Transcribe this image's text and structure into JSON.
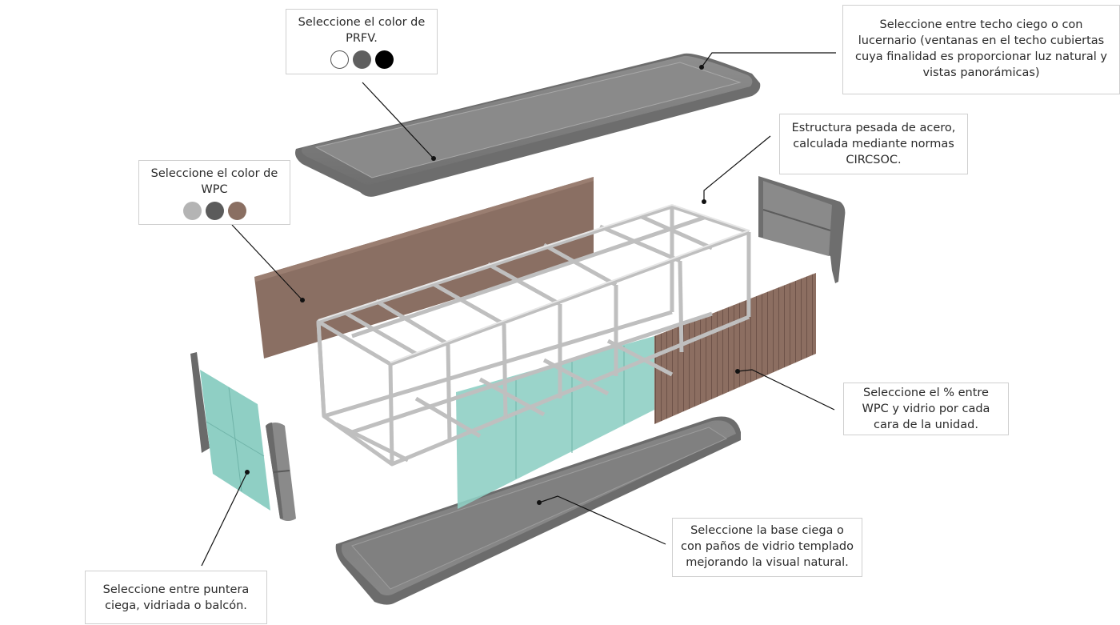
{
  "callouts": {
    "prfv": {
      "text": "Seleccione el color de PRFV.",
      "swatches": [
        {
          "name": "white",
          "color": "#ffffff"
        },
        {
          "name": "gray",
          "color": "#5f5f5f"
        },
        {
          "name": "black",
          "color": "#000000"
        }
      ]
    },
    "roof": {
      "text": "Seleccione entre techo ciego o con lucernario (ventanas en el techo cubiertas cuya finalidad es proporcionar luz natural y vistas panorámicas)"
    },
    "steel": {
      "text": "Estructura pesada de acero, calculada mediante normas CIRCSOC."
    },
    "wpc": {
      "text": "Seleccione el color de WPC",
      "swatches": [
        {
          "name": "light-gray",
          "color": "#b4b4b4"
        },
        {
          "name": "dark-gray",
          "color": "#5b5b5b"
        },
        {
          "name": "brown",
          "color": "#8a6f62"
        }
      ]
    },
    "percent": {
      "text": "Seleccione el % entre WPC y vidrio por cada cara de la unidad."
    },
    "base": {
      "text": "Seleccione la base ciega o con paños de vidrio templado mejorando la visual natural."
    },
    "front": {
      "text": "Seleccione entre puntera ciega, vidriada o balcón."
    }
  },
  "colors": {
    "panel_gray": "#9a9a9a",
    "wpc_brown": "#8d6f62",
    "glass_teal": "#8ccfc6",
    "frame_steel": "#d2d2d2"
  }
}
